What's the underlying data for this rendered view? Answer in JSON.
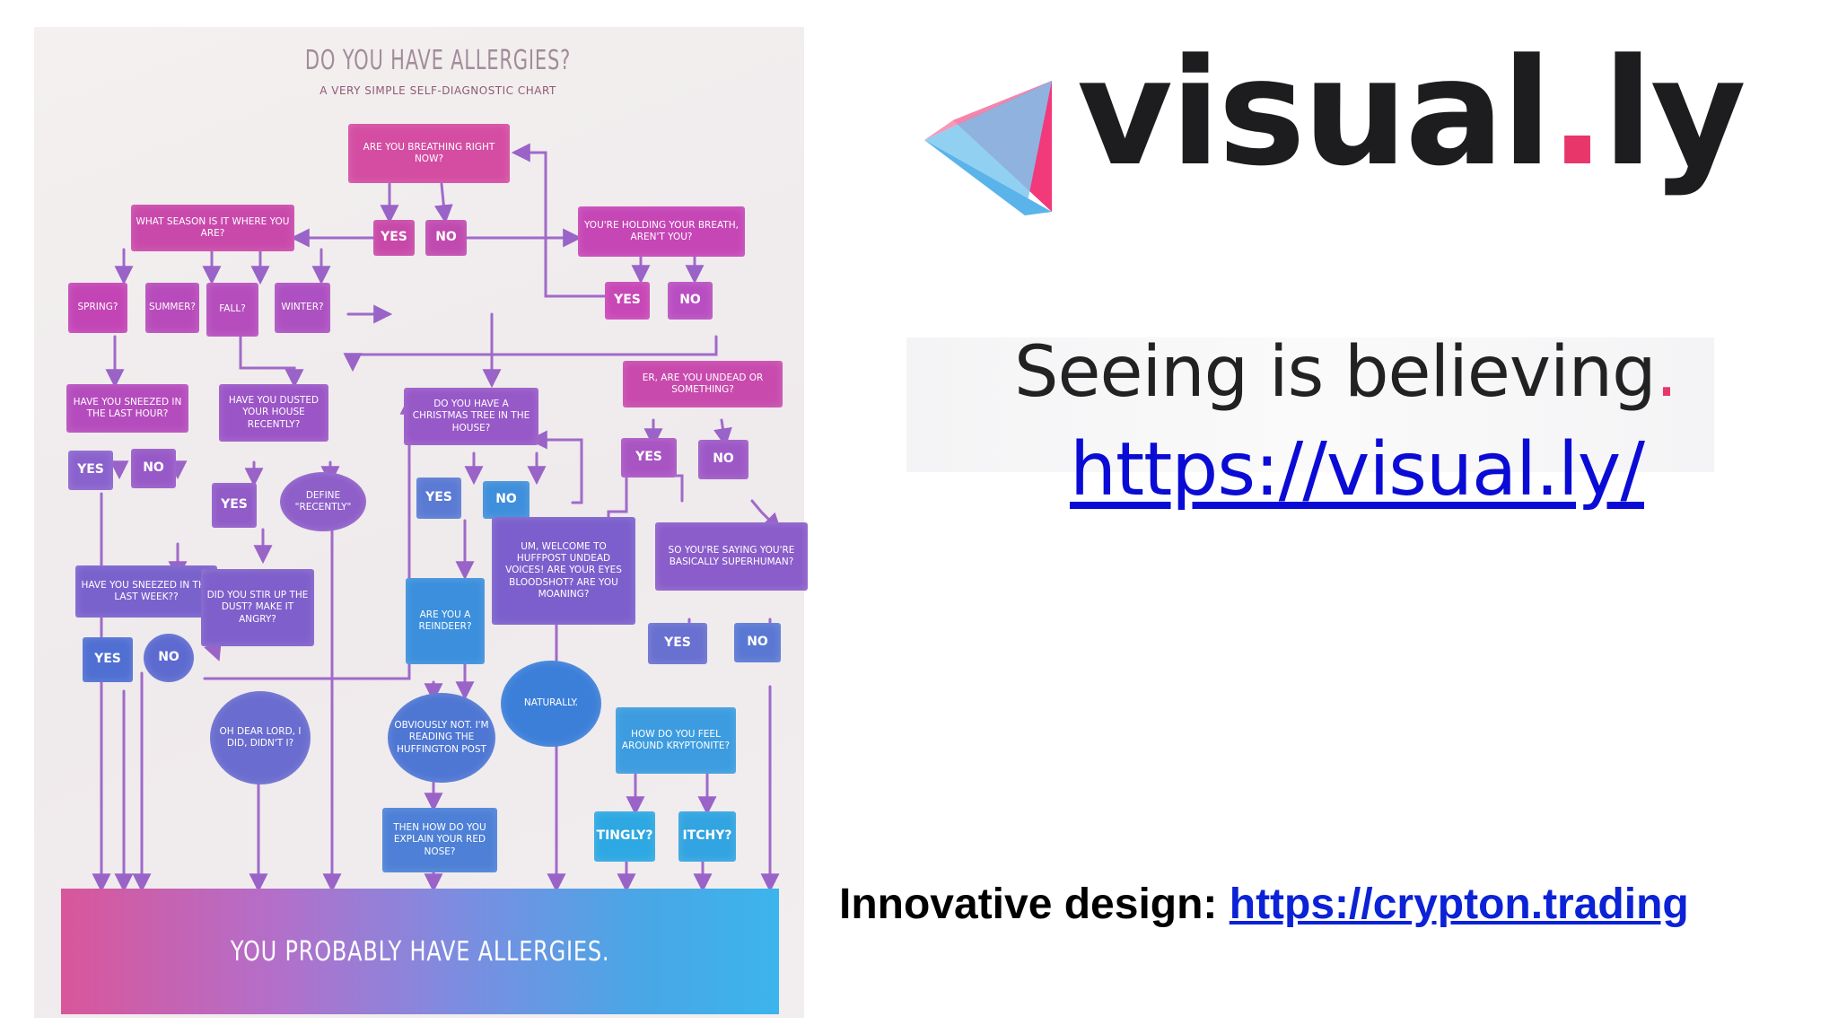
{
  "chart": {
    "title": "DO YOU HAVE ALLERGIES?",
    "subtitle": "A VERY SIMPLE SELF-DIAGNOSTIC CHART",
    "final": "YOU PROBABLY HAVE ALLERGIES.",
    "colors": {
      "pink": "#d6479e",
      "magenta": "#c043b8",
      "purple": "#9a4fc8",
      "indigo": "#7a55c7",
      "blue": "#4d76d3",
      "cyan": "#2fa4e0"
    },
    "nodes": {
      "breathing": "ARE YOU BREATHING RIGHT NOW?",
      "breathing_yes": "YES",
      "breathing_no": "No",
      "season": "WHAT SEASON IS IT WHERE YOU ARE?",
      "holding": "YOU'RE HOLDING YOUR BREATH, AREN'T YOU?",
      "holding_yes": "YES",
      "holding_no": "No",
      "spring": "SPRING?",
      "summer": "SUMMER?",
      "fall": "FALL?",
      "winter": "WINTER?",
      "undead": "ER, ARE YOU UNDEAD OR SOMETHING?",
      "sneezed_hour": "HAVE YOU SNEEZED IN THE LAST HOUR?",
      "dusted": "HAVE YOU DUSTED YOUR HOUSE RECENTLY?",
      "tree": "DO YOU HAVE A CHRISTMAS TREE IN THE HOUSE?",
      "undead_yes": "YES",
      "undead_no": "No",
      "sneezed_hour_yes": "YES",
      "sneezed_hour_no": "No",
      "dusted_yes": "YES",
      "define_recently": "DEFINE \"RECENTLY\"",
      "tree_yes": "YES",
      "tree_no": "No",
      "huffpost": "UM, WELCOME TO HUFFPOST UNDEAD VOICES! ARE YOUR EYES BLOODSHOT? ARE YOU MOANING?",
      "superhuman": "SO YOU'RE SAYING YOU'RE BASICALLY SUPERHUMAN?",
      "sneezed_week": "HAVE YOU SNEEZED IN THE LAST WEEK??",
      "stir_dust": "DID YOU STIR UP THE DUST? MAKE IT ANGRY?",
      "reindeer": "ARE YOU A REINDEER?",
      "superhuman_yes": "YES",
      "superhuman_no": "No",
      "sneezed_week_yes": "YES",
      "sneezed_week_no": "No",
      "naturally": "NATURALLY.",
      "kryptonite": "HOW DO YOU FEEL AROUND KRYPTONITE?",
      "oh_dear": "OH DEAR LORD, I DID, DIDN'T I?",
      "obviously": "OBVIOUSLY NOT. I'M READING THE HUFFINGTON POST",
      "red_nose": "THEN HOW DO YOU EXPLAIN YOUR RED NOSE?",
      "tingly": "TINGLY?",
      "itchy": "ITCHY?"
    }
  },
  "brand": {
    "logo_main": "visual",
    "logo_dot": ".",
    "logo_tail": "ly",
    "tagline": "Seeing is believing",
    "tagline_dot": ".",
    "link": "https://visual.ly/",
    "accent": "#e8366b"
  },
  "footer": {
    "label": "Innovative design: ",
    "link": "https://crypton.trading"
  }
}
